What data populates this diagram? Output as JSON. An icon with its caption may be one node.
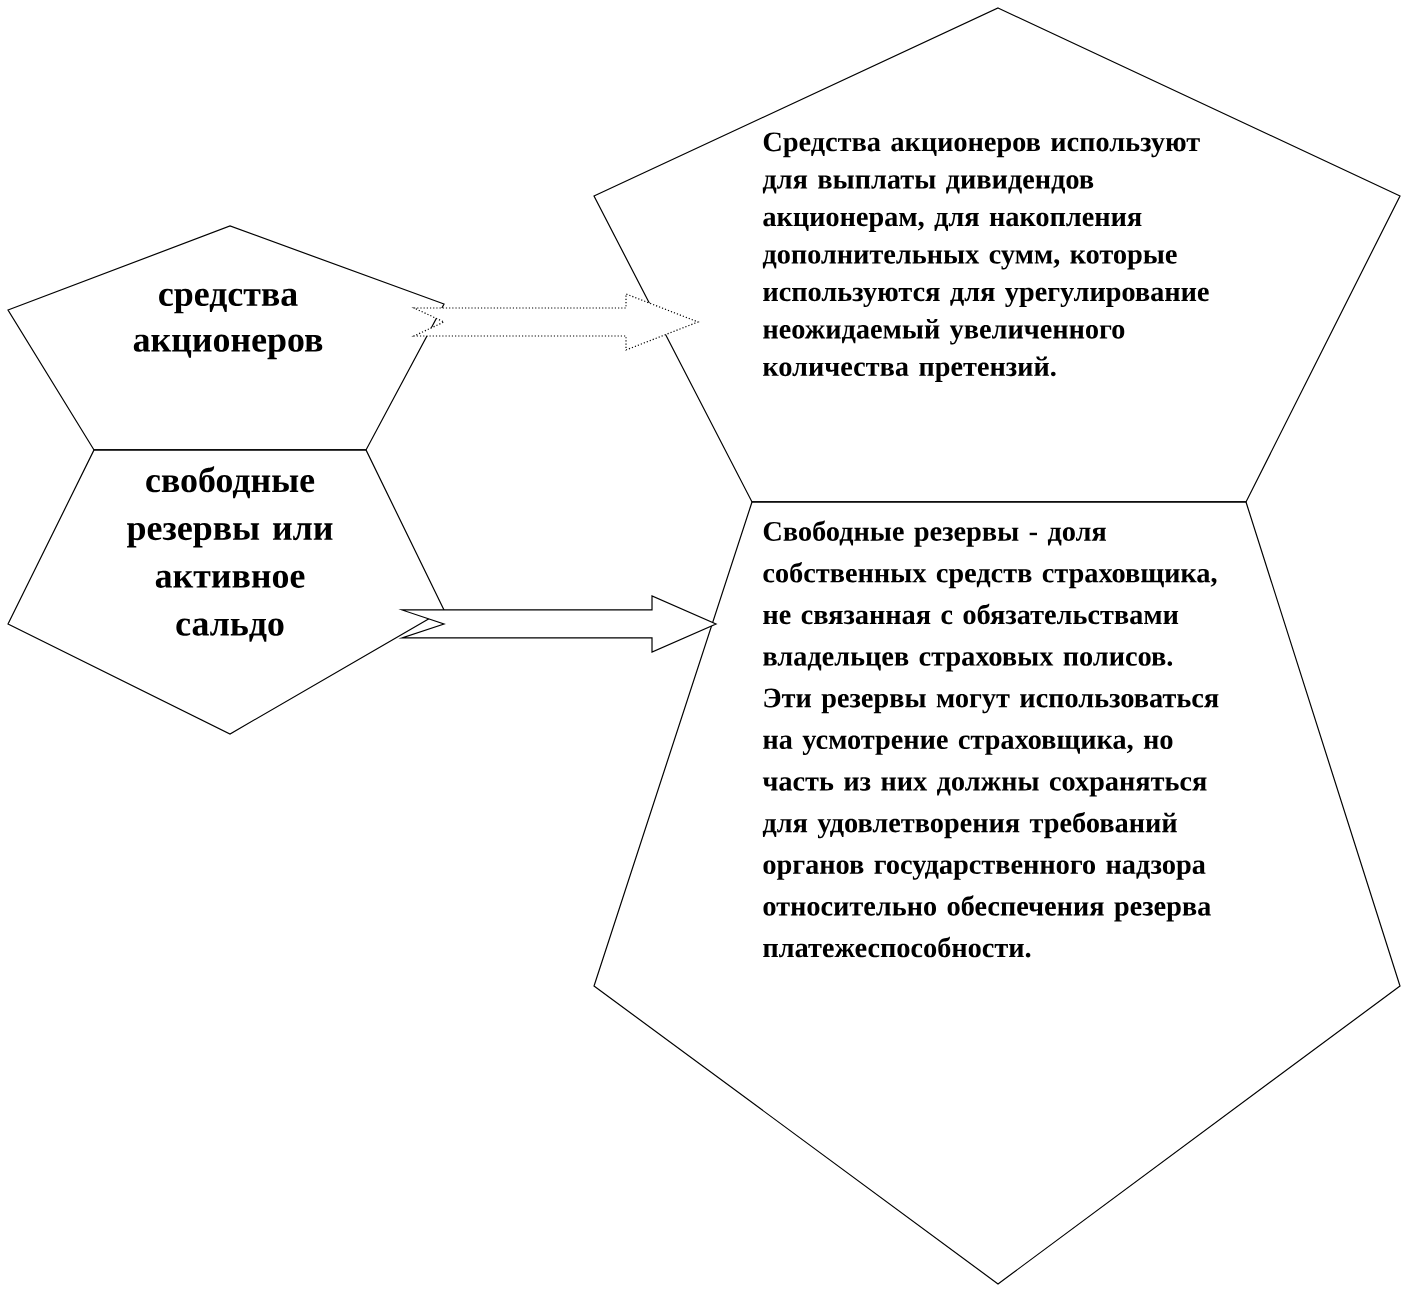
{
  "diagram": {
    "nodes": [
      {
        "text": [
          "средства акционеров"
        ]
      },
      {
        "text": [
          "свободные резервы или активное сальдо"
        ]
      },
      {
        "text": [
          "Средства акционеров используют для выплаты дивидендов акционерам, для накопления дополнительных сумм, которые используются для урегулирование неожидаемый увеличенного количества претензий."
        ]
      },
      {
        "text": [
          "Свободные резервы - доля собственных средств страховщика, не связанная с обязательствами владельцев страховых полисов. Эти резервы могут использоваться на усмотрение страховщика, но часть из них должны сохраняться для удовлетворения требований органов государственного надзора относительно обеспечения резерва платежеспособности."
        ]
      }
    ],
    "edges": [
      {
        "from": 0,
        "to": 2,
        "arrow": "to",
        "style": "dashed"
      },
      {
        "from": 1,
        "to": 3,
        "arrow": "to"
      }
    ]
  }
}
